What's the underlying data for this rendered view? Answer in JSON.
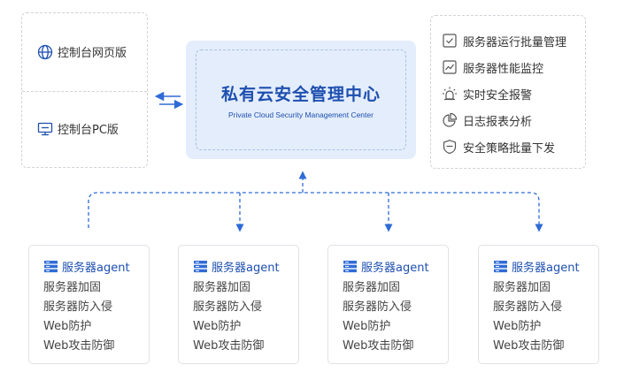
{
  "console": {
    "web_label": "控制台网页版",
    "pc_label": "控制台PC版"
  },
  "center": {
    "title": "私有云安全管理中心",
    "subtitle": "Private Cloud Security Management Center"
  },
  "features": [
    {
      "label": "服务器运行批量管理",
      "icon": "checkbox-icon"
    },
    {
      "label": "服务器性能监控",
      "icon": "line-chart-icon"
    },
    {
      "label": "实时安全报警",
      "icon": "alarm-icon"
    },
    {
      "label": "日志报表分析",
      "icon": "pie-chart-icon"
    },
    {
      "label": "安全策略批量下发",
      "icon": "shield-icon"
    }
  ],
  "agents": [
    {
      "title": "服务器agent",
      "items": [
        "服务器加固",
        "服务器防入侵",
        "Web防护",
        "Web攻击防御"
      ]
    },
    {
      "title": "服务器agent",
      "items": [
        "服务器加固",
        "服务器防入侵",
        "Web防护",
        "Web攻击防御"
      ]
    },
    {
      "title": "服务器agent",
      "items": [
        "服务器加固",
        "服务器防入侵",
        "Web防护",
        "Web攻击防御"
      ]
    },
    {
      "title": "服务器agent",
      "items": [
        "服务器加固",
        "服务器防入侵",
        "Web防护",
        "Web攻击防御"
      ]
    }
  ],
  "colors": {
    "accent": "#1d4fb0",
    "arrow": "#2f6bd6",
    "center_bg": "#e4edfb"
  }
}
